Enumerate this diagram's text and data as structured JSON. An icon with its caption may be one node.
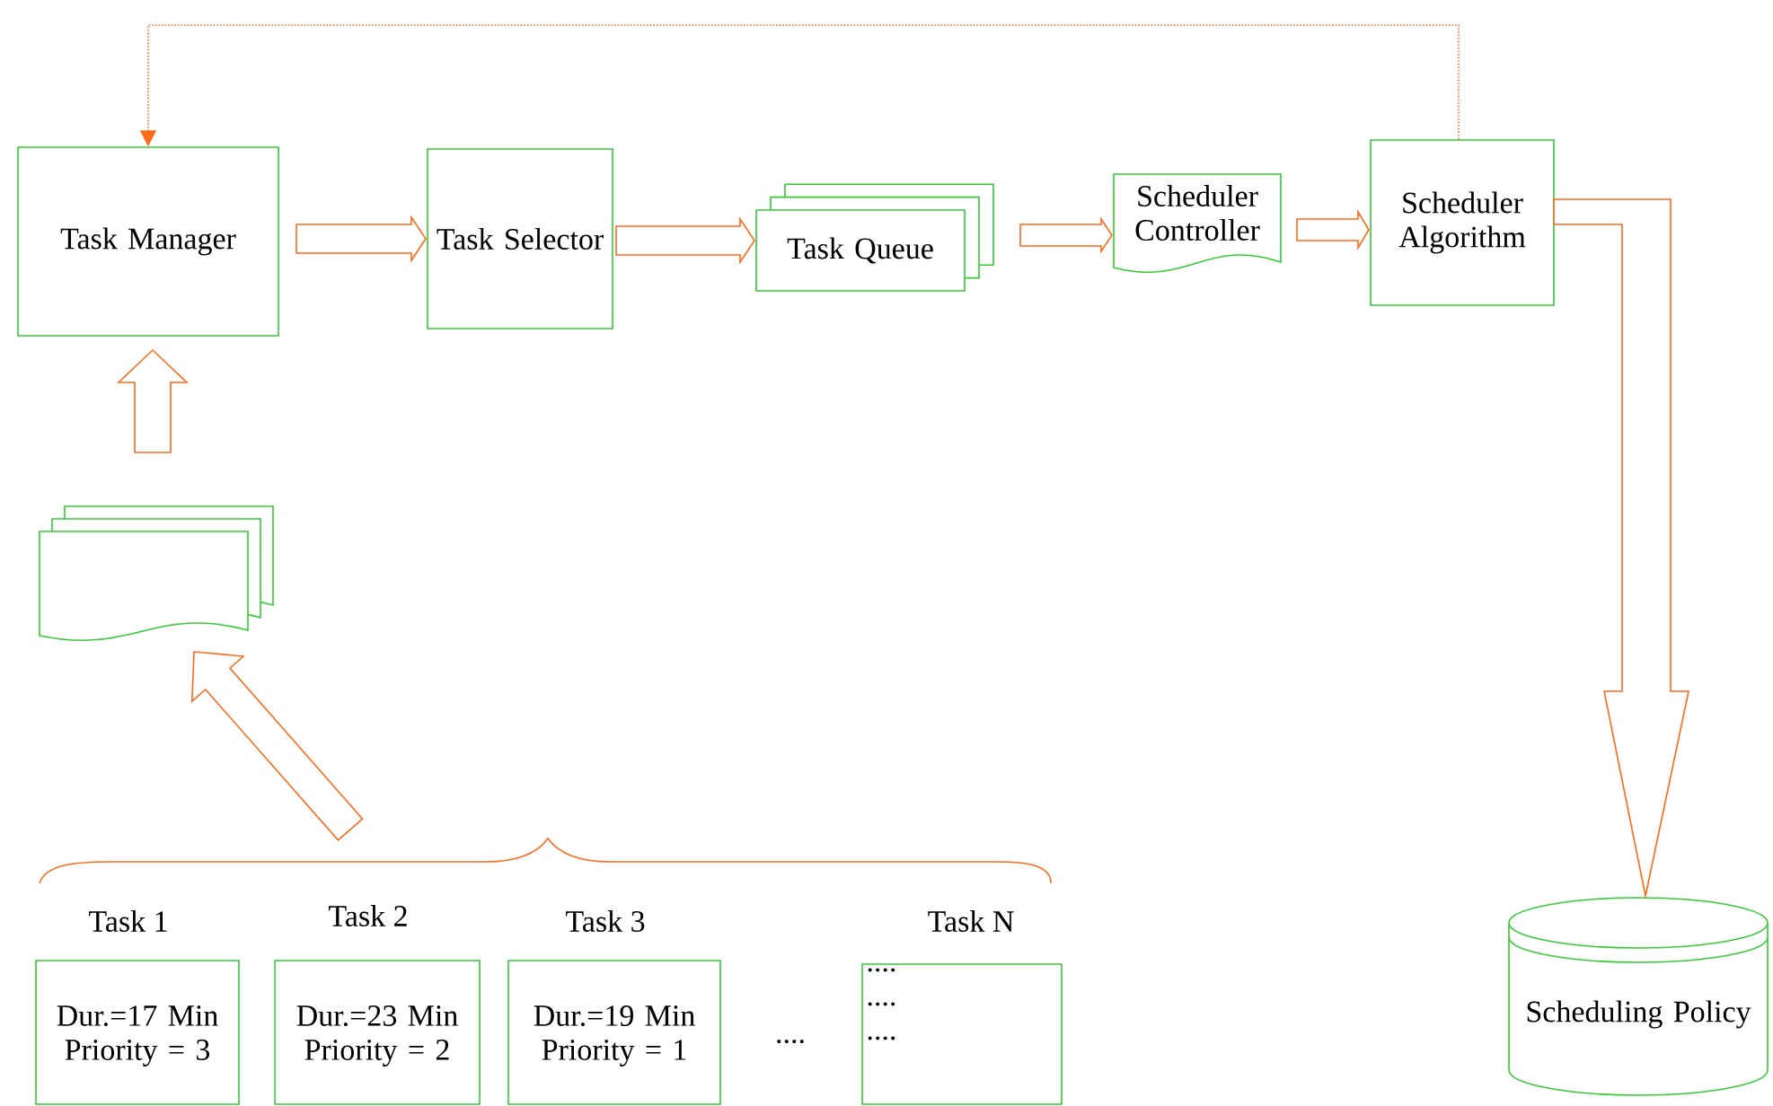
{
  "diagram": {
    "nodes": [
      {
        "text": [
          "Task Manager"
        ]
      },
      {
        "text": [
          "Task Selector"
        ]
      },
      {
        "text": [
          "Task Queue"
        ]
      },
      {
        "text": [
          "Scheduler Controller"
        ]
      },
      {
        "text": [
          "Scheduler Algorithm"
        ]
      },
      {
        "text": [
          "Scheduling Policy"
        ]
      },
      {
        "text": [],
        "shape": "document"
      },
      {
        "text": [
          "Task 1",
          "Dur.=17 Min Priority = 3"
        ]
      },
      {
        "text": [
          "Task 2",
          "Dur.=23 Min Priority = 2"
        ]
      },
      {
        "text": [
          "Task 3",
          "Dur.=19 Min Priority = 1"
        ]
      },
      {
        "text": [
          "Task N",
          ".... .... ...."
        ]
      }
    ],
    "edges": [
      {
        "from": 0,
        "to": 1,
        "arrow": "to"
      },
      {
        "from": 1,
        "to": 2,
        "arrow": "to"
      },
      {
        "from": 2,
        "to": 3,
        "arrow": "to"
      },
      {
        "from": 3,
        "to": 4,
        "arrow": "to"
      },
      {
        "from": 4,
        "to": 5,
        "arrow": "to"
      },
      {
        "from": 4,
        "to": 0,
        "arrow": "to",
        "style": "dashed"
      },
      {
        "from": 6,
        "to": 0,
        "arrow": "to"
      },
      {
        "from": null,
        "to": 6,
        "arrow": "to"
      }
    ],
    "labels": [
      "...."
    ]
  }
}
